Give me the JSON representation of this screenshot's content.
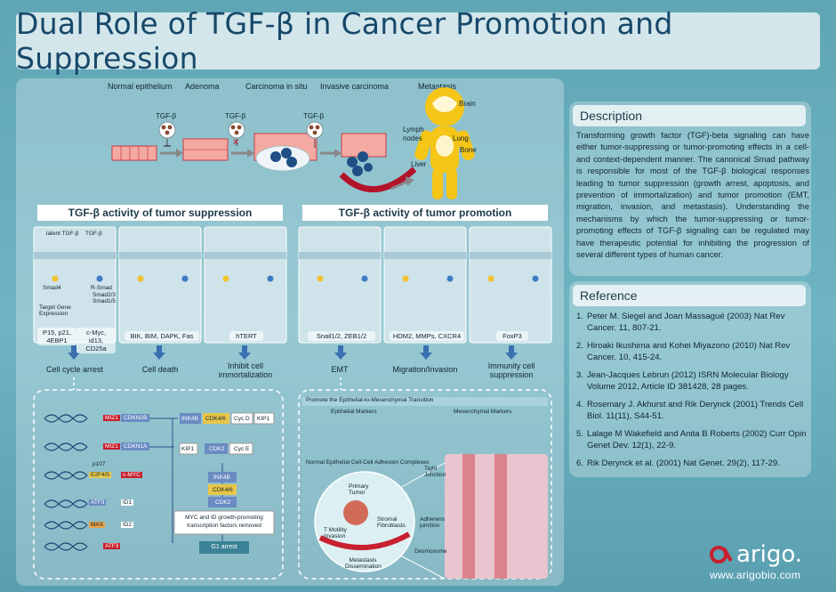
{
  "title": "Dual Role of TGF-β in Cancer Promotion and Suppression",
  "stages": [
    "Normal epithelium",
    "Adenoma",
    "Carcinoma in situ",
    "Invasive carcinoma",
    "Metastasis"
  ],
  "tgfb_label": "TGF-β",
  "organs": [
    "Brain",
    "Lymph nodes",
    "Lung",
    "Bone",
    "Liver"
  ],
  "suppression": {
    "title": "TGF-β activity of tumor suppression",
    "genes": [
      "P15, p21, 4EBP1",
      "c-Myc, id13, CD25a",
      "BIK, BIM, DAPK, Fas",
      "hTERT"
    ],
    "outcomes": [
      "Cell cycle arrest",
      "Cell death",
      "Inhibit cell immortalization"
    ]
  },
  "promotion": {
    "title": "TGF-β activity of tumor promotion",
    "genes": [
      "Snail1/2, ZEB1/2",
      "HDM2, MMPs, CXCR4",
      "FoxP3"
    ],
    "outcomes": [
      "EMT",
      "Migration/Invasion",
      "Immunity cell suppression"
    ]
  },
  "cell_panel": {
    "latent": "latent TGF-β",
    "tgfb": "TGF-β",
    "smad4": "Smad4",
    "rsmad": "R-Smad",
    "smad23": "Smad2/3",
    "smad15": "Smad1/5",
    "target": "Target Gene Expression"
  },
  "pathway": {
    "miz": "MIZ1",
    "genes": [
      "CDKN2B",
      "CDKN1A",
      "p107",
      "E2F4/5",
      "c-MYC",
      "ATF3",
      "ID1",
      "MAX",
      "ID2",
      "ATF3"
    ],
    "ink4b": "INK4B",
    "kip1": "KIP1",
    "cdk46": "CDK4/6",
    "cdk2": "CDK2",
    "cycd": "Cyc D",
    "cyce": "Cyc E",
    "myc_note": "MYC and ID growth-promoting transcription factors removed",
    "g1": "G1 arrest"
  },
  "emt": {
    "title": "Promote the Epithelial-to-Mesenchymal Transition",
    "epithelial": "Epithelial Markers",
    "mesenchymal": "Mesenchymal Markers",
    "adhesion": "Normal Epithelial Cell-Cell Adhesion Complexes",
    "primary": "Primary Tumor",
    "stromal": "Stromal Fibroblasts",
    "motility": "T Motility Invasion",
    "metastasis": "Metastasis Dissemination",
    "tight": "Tight Junction",
    "adherens": "Adherens junction",
    "desmosome": "Desmosome"
  },
  "description": {
    "heading": "Description",
    "text": "Transforming growth factor (TGF)-beta signaling can have either tumor-suppressing or tumor-promoting effects in a cell- and context-dependent manner. The canonical Smad pathway is responsible for most of the TGF-β biological responses leading to tumor suppression (growth arrest, apoptosis, and prevention of immortalization) and tumor promotion (EMT, migration, invasion, and metastasis). Understanding the mechanisms by which the tumor-suppressing or tumor-promoting effects of TGF-β signaling can be regulated may have therapeutic potential for inhibiting the progression of several different types of human cancer."
  },
  "reference": {
    "heading": "Reference",
    "items": [
      {
        "n": "1.",
        "text": "Peter M. Siegel and  Joan Massagué (2003) Nat Rev Cancer. 11, 807-21."
      },
      {
        "n": "2.",
        "text": "Hiroaki Ikushima and Kohei Miyazono (2010) Nat Rev Cancer. 10, 415-24."
      },
      {
        "n": "3.",
        "text": "Jean-Jacques Lebrun (2012) ISRN Molecular Biology Volume 2012, Article ID 381428, 28 pages."
      },
      {
        "n": "4.",
        "text": "Rosemary J. Akhurst and Rik Derynck (2001) Trends Cell Biol. 11(11), S44-51."
      },
      {
        "n": "5.",
        "text": "Lalage M Wakefield and Anita B Roberts (2002) Curr Opin Genet Dev. 12(1), 22-9."
      },
      {
        "n": "6.",
        "text": "Rik Derynck et al. (2001) Nat Genet. 29(2), 117-29."
      }
    ]
  },
  "logo": {
    "name": "arigo.",
    "url": "www.arigobio.com"
  },
  "colors": {
    "background": "#6fb4c2",
    "title": "#17486a",
    "accent_red": "#c8202f",
    "arrow_blue": "#3a6fb0"
  }
}
